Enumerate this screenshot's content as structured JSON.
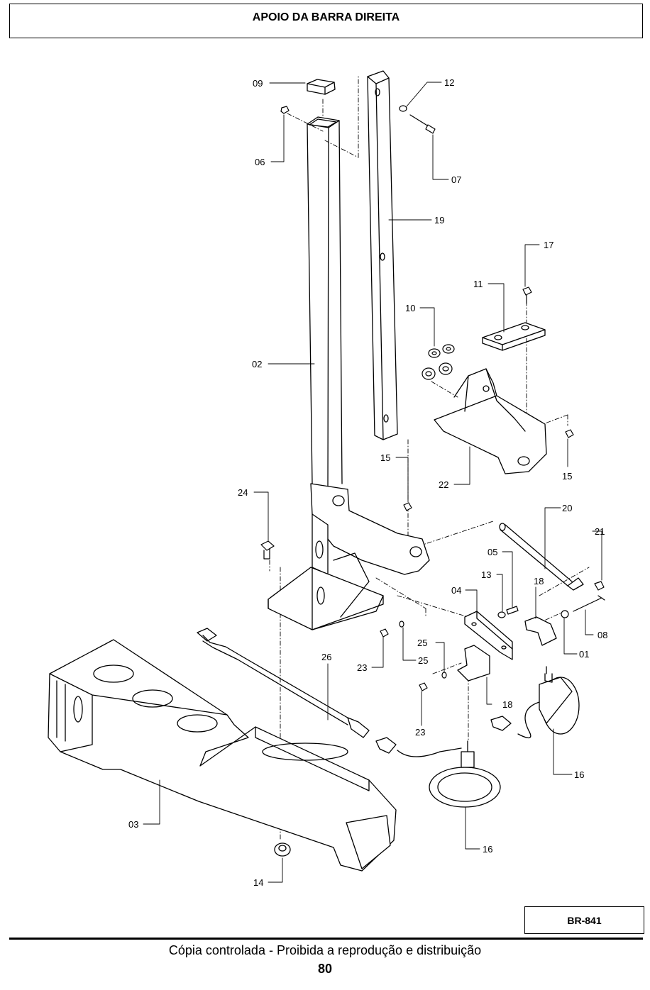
{
  "page": {
    "title": "APOIO DA BARRA DIREITA",
    "drawing_code": "BR-841",
    "footer": "Cópia controlada - Proibida a reprodução e distribuição",
    "page_number": "80"
  },
  "callouts": {
    "c01": "01",
    "c02": "02",
    "c03": "03",
    "c04": "04",
    "c05": "05",
    "c06": "06",
    "c07": "07",
    "c08": "08",
    "c09": "09",
    "c10": "10",
    "c11": "11",
    "c12": "12",
    "c13": "13",
    "c14": "14",
    "c15a": "15",
    "c15b": "15",
    "c16a": "16",
    "c16b": "16",
    "c17": "17",
    "c18a": "18",
    "c18b": "18",
    "c19": "19",
    "c20": "20",
    "c21": "21",
    "c22": "22",
    "c23a": "23",
    "c23b": "23",
    "c24": "24",
    "c25a": "25",
    "c25b": "25",
    "c26": "26"
  }
}
